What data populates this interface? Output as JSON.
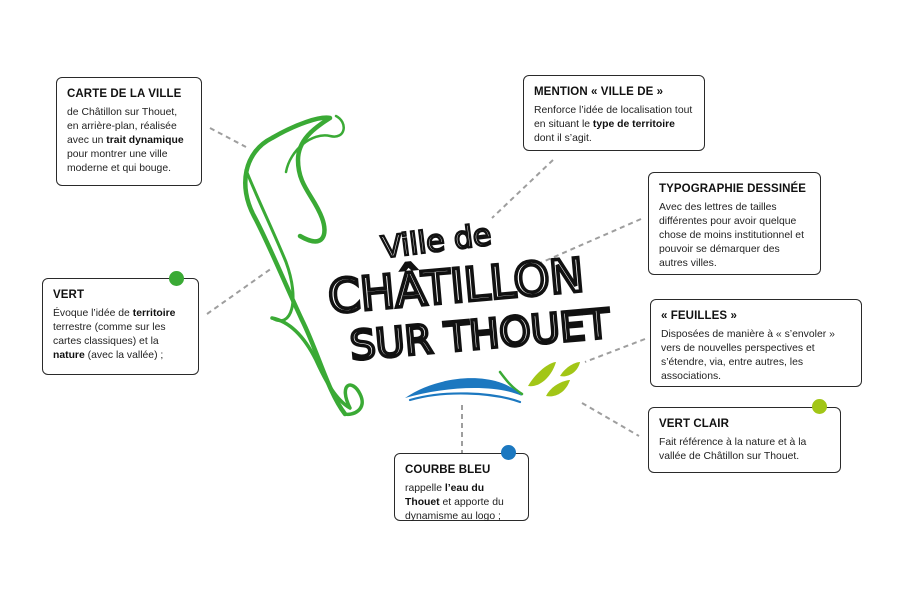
{
  "logo": {
    "line1": "Ville de",
    "line2": "CHÂTILLON",
    "line3": "SUR THOUET"
  },
  "colors": {
    "green": "#3aaa35",
    "light_green": "#a2c617",
    "blue": "#1c78c0",
    "text": "#1a1a1a",
    "connector": "#9e9e9e"
  },
  "boxes": {
    "carte": {
      "title": "CARTE DE LA VILLE",
      "t1": "de Châtillon sur Thouet, en arrière-plan, réalisée avec un ",
      "b1": "trait dynamique",
      "t2": " pour montrer une ville moderne et qui bouge."
    },
    "vert": {
      "title": "VERT",
      "t1": "Évoque l’idée de ",
      "b1": "territoire",
      "t2": " terrestre (comme sur les cartes classiques) et la ",
      "b2": "nature",
      "t3": " (avec la vallée) ;",
      "dot_color": "#3aaa35"
    },
    "mention": {
      "title": "MENTION « VILLE DE »",
      "t1": "Renforce l’idée de localisation tout en situant le ",
      "b1": "type de territoire",
      "t2": " dont il s’agit."
    },
    "typo": {
      "title": "TYPOGRAPHIE DESSINÉE",
      "t1": "Avec des lettres de tailles différentes pour avoir quelque chose de moins institutionnel et pouvoir se démarquer des autres villes."
    },
    "feuilles": {
      "title": "« FEUILLES »",
      "t1": "Disposées de manière à « s’envoler » vers de nouvelles perspectives et s’étendre, via, entre autres, les associations."
    },
    "vertclair": {
      "title": "VERT CLAIR",
      "t1": "Fait référence à la nature et à la vallée de Châtillon sur Thouet.",
      "dot_color": "#a2c617"
    },
    "courbe": {
      "title": "COURBE BLEU",
      "t1": "rappelle ",
      "b1": "l’eau du Thouet",
      "t2": " et apporte du dynamisme au logo ;",
      "dot_color": "#1c78c0"
    }
  }
}
